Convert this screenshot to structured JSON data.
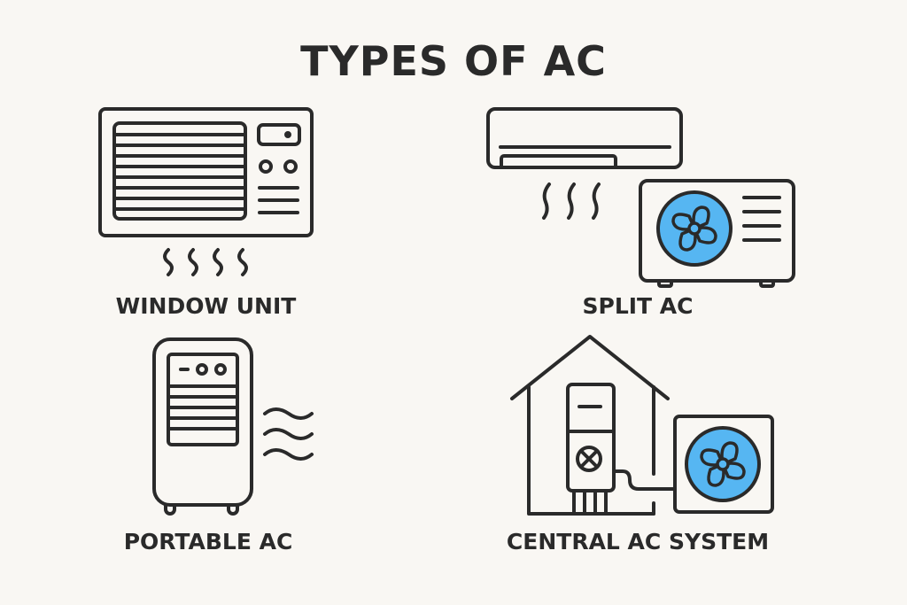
{
  "title": "TYPES OF AC",
  "colors": {
    "background": "#f9f7f3",
    "stroke": "#2a2a2a",
    "fan_fill": "#56b6f2"
  },
  "items": [
    {
      "label": "WINDOW UNIT",
      "icon": "window-ac-icon"
    },
    {
      "label": "SPLIT AC",
      "icon": "split-ac-icon"
    },
    {
      "label": "PORTABLE AC",
      "icon": "portable-ac-icon"
    },
    {
      "label": "CENTRAL AC SYSTEM",
      "icon": "central-ac-icon"
    }
  ]
}
